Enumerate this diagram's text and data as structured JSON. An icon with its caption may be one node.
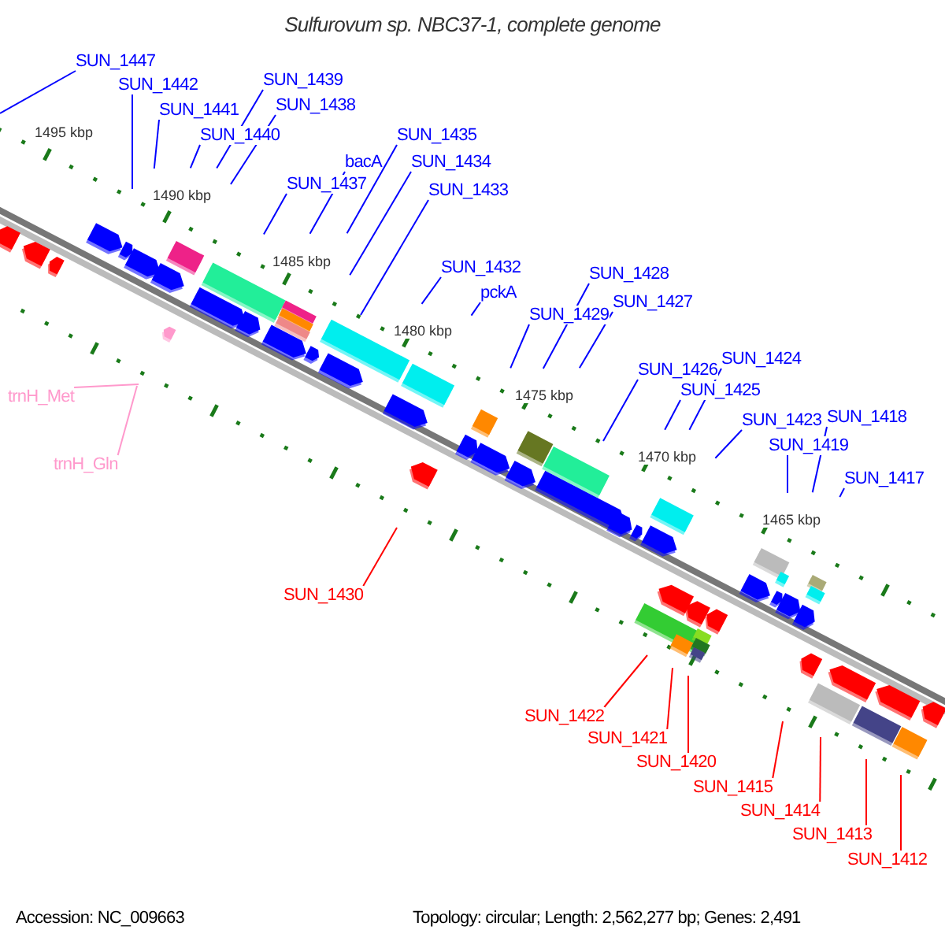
{
  "diagram": {
    "title": "Sulfurovum sp. NBC37-1, complete genome",
    "nodes": [
      {
        "text": [
          "SUN_1447"
        ]
      },
      {
        "text": [
          "SUN_1442"
        ]
      },
      {
        "text": [
          "SUN_1441"
        ]
      },
      {
        "text": [
          "SUN_1440"
        ]
      },
      {
        "text": [
          "SUN_1439"
        ]
      },
      {
        "text": [
          "SUN_1438"
        ]
      },
      {
        "text": [
          "SUN_1437"
        ]
      },
      {
        "text": [
          "bacA"
        ]
      },
      {
        "text": [
          "SUN_1435"
        ]
      },
      {
        "text": [
          "SUN_1434"
        ]
      },
      {
        "text": [
          "SUN_1433"
        ]
      },
      {
        "text": [
          "SUN_1432"
        ]
      },
      {
        "text": [
          "pckA"
        ]
      },
      {
        "text": [
          "SUN_1429"
        ]
      },
      {
        "text": [
          "SUN_1428"
        ]
      },
      {
        "text": [
          "SUN_1427"
        ]
      },
      {
        "text": [
          "SUN_1426"
        ]
      },
      {
        "text": [
          "SUN_1425"
        ]
      },
      {
        "text": [
          "SUN_1424"
        ]
      },
      {
        "text": [
          "SUN_1423"
        ]
      },
      {
        "text": [
          "SUN_1419"
        ]
      },
      {
        "text": [
          "SUN_1418"
        ]
      },
      {
        "text": [
          "SUN_1417"
        ]
      },
      {
        "text": [
          "trnH_Met"
        ]
      },
      {
        "text": [
          "trnH_Gln"
        ]
      },
      {
        "text": [
          "SUN_1430"
        ]
      },
      {
        "text": [
          "SUN_1422"
        ]
      },
      {
        "text": [
          "SUN_1421"
        ]
      },
      {
        "text": [
          "SUN_1420"
        ]
      },
      {
        "text": [
          "SUN_1415"
        ]
      },
      {
        "text": [
          "SUN_1414"
        ]
      },
      {
        "text": [
          "SUN_1413"
        ]
      },
      {
        "text": [
          "SUN_1412"
        ]
      }
    ],
    "edges": [
      {
        "from": 0,
        "to": null,
        "arrow": "none"
      },
      {
        "from": 1,
        "to": null,
        "arrow": "none"
      },
      {
        "from": 2,
        "to": null,
        "arrow": "none"
      },
      {
        "from": 3,
        "to": null,
        "arrow": "none"
      },
      {
        "from": 4,
        "to": null,
        "arrow": "none"
      },
      {
        "from": 5,
        "to": null,
        "arrow": "none"
      },
      {
        "from": 6,
        "to": null,
        "arrow": "none"
      },
      {
        "from": 7,
        "to": null,
        "arrow": "none"
      },
      {
        "from": 8,
        "to": null,
        "arrow": "none"
      },
      {
        "from": 9,
        "to": null,
        "arrow": "none"
      },
      {
        "from": 10,
        "to": null,
        "arrow": "none"
      },
      {
        "from": 11,
        "to": null,
        "arrow": "none"
      },
      {
        "from": 12,
        "to": null,
        "arrow": "none"
      },
      {
        "from": 13,
        "to": null,
        "arrow": "none"
      },
      {
        "from": 14,
        "to": null,
        "arrow": "none"
      },
      {
        "from": 15,
        "to": null,
        "arrow": "none"
      },
      {
        "from": 16,
        "to": null,
        "arrow": "none"
      },
      {
        "from": 17,
        "to": null,
        "arrow": "none"
      },
      {
        "from": 18,
        "to": null,
        "arrow": "none"
      },
      {
        "from": 19,
        "to": null,
        "arrow": "none"
      },
      {
        "from": 20,
        "to": null,
        "arrow": "none"
      },
      {
        "from": 21,
        "to": null,
        "arrow": "none"
      },
      {
        "from": 22,
        "to": null,
        "arrow": "none"
      },
      {
        "from": 23,
        "to": null,
        "arrow": "none",
        "color": "#ff99cc"
      },
      {
        "from": 24,
        "to": null,
        "arrow": "none",
        "color": "#ff99cc"
      },
      {
        "from": 25,
        "to": null,
        "arrow": "none",
        "color": "#ff0000"
      },
      {
        "from": 26,
        "to": null,
        "arrow": "none",
        "color": "#ff0000"
      },
      {
        "from": 27,
        "to": null,
        "arrow": "none",
        "color": "#ff0000"
      },
      {
        "from": 28,
        "to": null,
        "arrow": "none",
        "color": "#ff0000"
      },
      {
        "from": 29,
        "to": null,
        "arrow": "none",
        "color": "#ff0000"
      },
      {
        "from": 30,
        "to": null,
        "arrow": "none",
        "color": "#ff0000"
      },
      {
        "from": 31,
        "to": null,
        "arrow": "none",
        "color": "#ff0000"
      },
      {
        "from": 32,
        "to": null,
        "arrow": "none",
        "color": "#ff0000"
      }
    ],
    "labels": [
      "1495 kbp",
      "1490 kbp",
      "1485 kbp",
      "1480 kbp",
      "1475 kbp",
      "1470 kbp",
      "1465 kbp",
      "Accession: NC_009663",
      "Topology: circular; Length: 2,562,277 bp; Genes: 2,491"
    ]
  }
}
